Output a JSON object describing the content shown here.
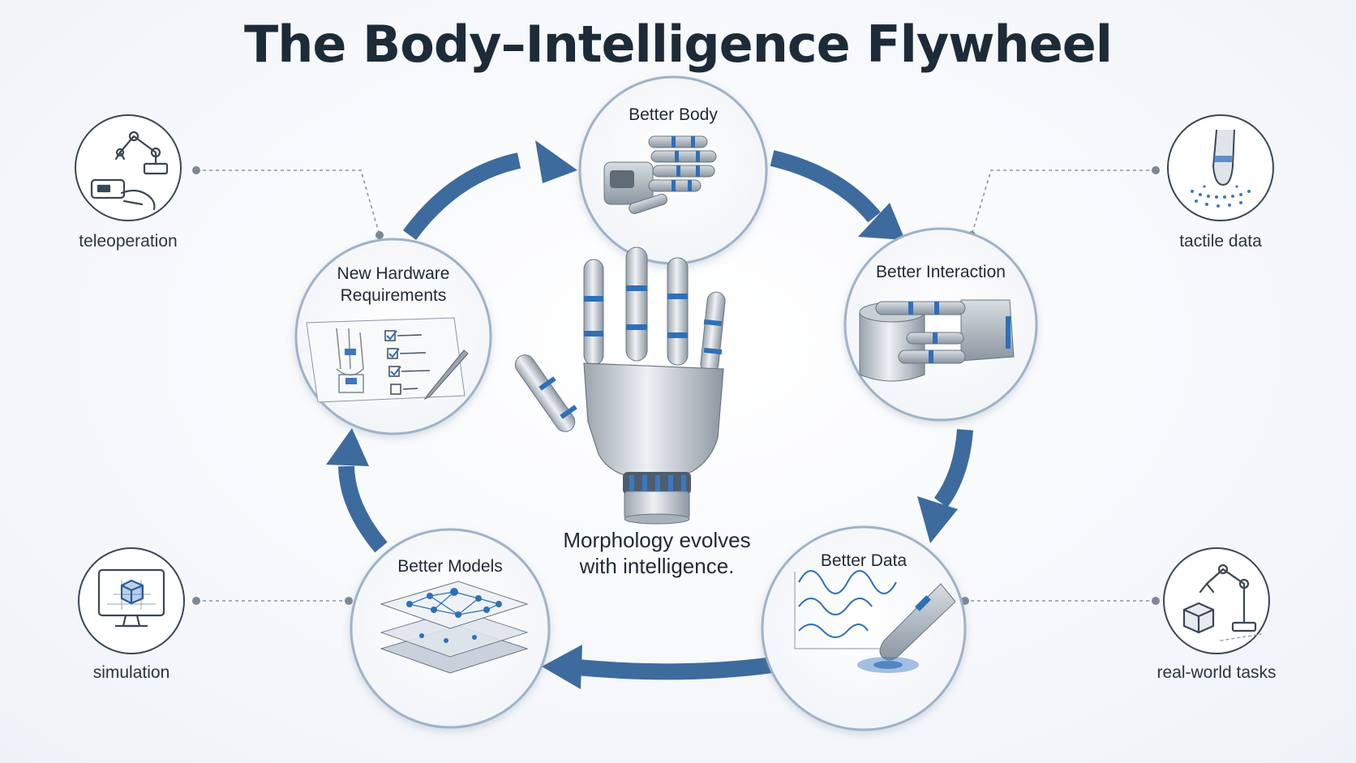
{
  "title": "The Body–Intelligence Flywheel",
  "center": {
    "caption_line1": "Morphology evolves",
    "caption_line2": "with intelligence.",
    "icon": "robotic-hand"
  },
  "cycle_nodes": [
    {
      "id": "better-body",
      "label": "Better Body",
      "icon": "robotic-hand-fingers"
    },
    {
      "id": "better-interaction",
      "label": "Better Interaction",
      "icon": "robot-hand-grasping-cup"
    },
    {
      "id": "better-data",
      "label": "Better Data",
      "icon": "fingertip-signal-waves"
    },
    {
      "id": "better-models",
      "label": "Better Models",
      "icon": "neural-network-layers"
    },
    {
      "id": "new-hardware",
      "label_line1": "New Hardware",
      "label_line2": "Requirements",
      "icon": "blueprint-checklist"
    }
  ],
  "data_sources": [
    {
      "id": "teleoperation",
      "label": "teleoperation",
      "icon": "robot-arm-with-controller"
    },
    {
      "id": "tactile-data",
      "label": "tactile data",
      "icon": "fingertip-touch"
    },
    {
      "id": "simulation",
      "label": "simulation",
      "icon": "monitor-3d-cube"
    },
    {
      "id": "real-world-tasks",
      "label": "real-world tasks",
      "icon": "robot-arm-with-box"
    }
  ],
  "colors": {
    "arrow": "#3d6b9e",
    "circle_border": "#9fb3c8",
    "accent_blue": "#3a78c2",
    "title": "#1d2b39"
  }
}
